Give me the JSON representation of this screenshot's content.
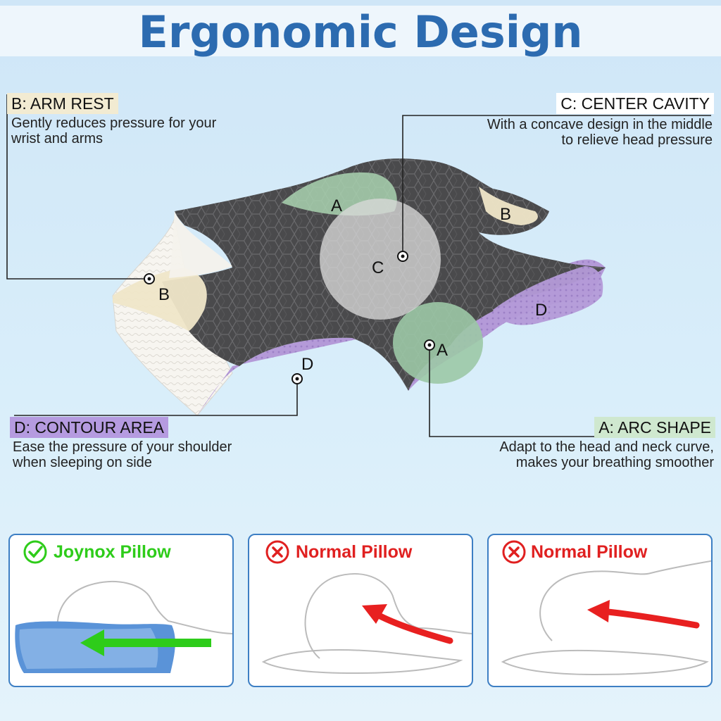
{
  "title": "Ergonomic Design",
  "labels": {
    "arm_rest": {
      "heading": "B:  ARM REST",
      "description": "Gently reduces pressure for your\nwrist and arms",
      "color": "#f2ebd2"
    },
    "center_cavity": {
      "heading": "C:  CENTER CAVITY",
      "description": "With a concave design in the middle\nto relieve head pressure",
      "color": "#ffffff"
    },
    "contour_area": {
      "heading": "D:  CONTOUR AREA",
      "description": "Ease the pressure of your shoulder\nwhen sleeping on side",
      "color": "#b59be0"
    },
    "arc_shape": {
      "heading": "A:  ARC SHAPE",
      "description": "Adapt to the head and neck curve,\nmakes your breathing smoother",
      "color": "#cfe8cf"
    }
  },
  "pillow_markers": {
    "a_top": "A",
    "a_bottom": "A",
    "b_left": "B",
    "b_right": "B",
    "c_center": "C",
    "d_left": "D",
    "d_right": "D"
  },
  "comparison": [
    {
      "title": "Joynox Pillow",
      "status": "good",
      "icon": "check-circle-icon",
      "color": "#2ecc1a"
    },
    {
      "title": "Normal Pillow",
      "status": "bad",
      "icon": "x-circle-icon",
      "color": "#e02020"
    },
    {
      "title": "Normal Pillow",
      "status": "bad",
      "icon": "x-circle-icon",
      "color": "#e02020"
    }
  ]
}
